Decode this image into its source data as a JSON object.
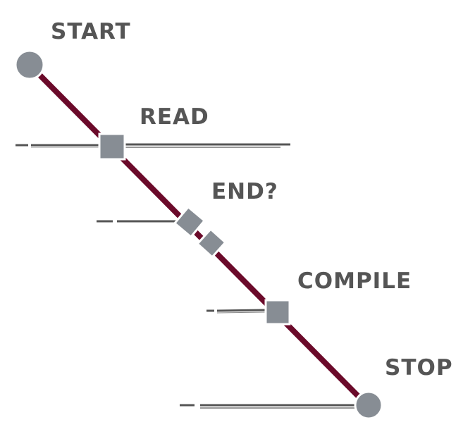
{
  "diagram": {
    "type": "flow-line",
    "colors": {
      "line": "#6b0a2a",
      "node": "#878d94",
      "node_outline": "#ffffff",
      "branch": "#555555",
      "text": "#555555"
    },
    "nodes": [
      {
        "id": "start",
        "label": "START",
        "shape": "circle"
      },
      {
        "id": "read",
        "label": "READ",
        "shape": "square"
      },
      {
        "id": "end",
        "label": "END?",
        "shape": "double-diamond"
      },
      {
        "id": "compile",
        "label": "COMPILE",
        "shape": "square"
      },
      {
        "id": "stop",
        "label": "STOP",
        "shape": "circle"
      }
    ]
  }
}
